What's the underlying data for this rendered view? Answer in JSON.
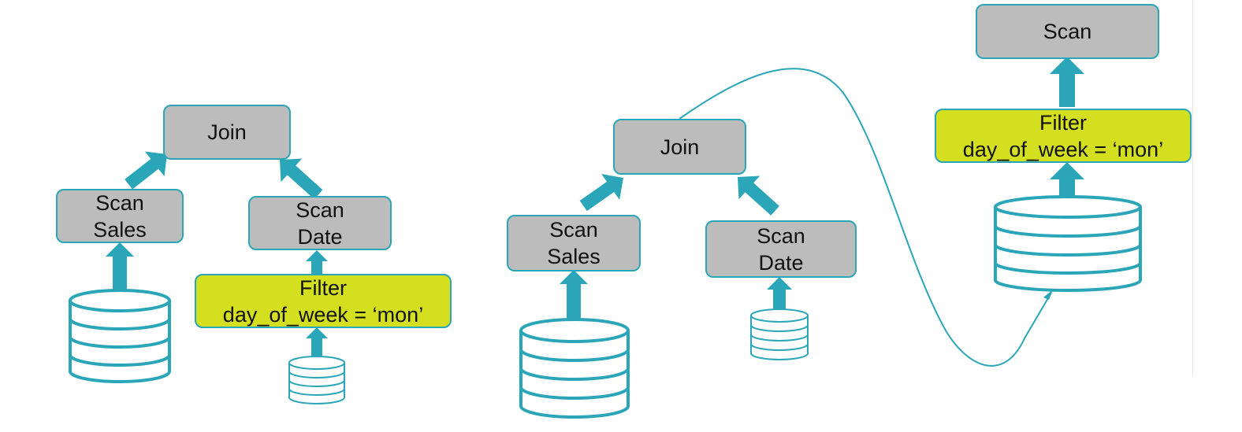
{
  "colors": {
    "operator_fill": "#bcbcbc",
    "filter_fill": "#d4df1f",
    "accent": "#2aa6b8"
  },
  "plan_left": {
    "join": "Join",
    "scan_sales": [
      "Scan",
      "Sales"
    ],
    "scan_date": [
      "Scan",
      "Date"
    ],
    "filter": [
      "Filter",
      "day_of_week = ‘mon’"
    ]
  },
  "plan_middle": {
    "join": "Join",
    "scan_sales": [
      "Scan",
      "Sales"
    ],
    "scan_date": [
      "Scan",
      "Date"
    ]
  },
  "plan_right": {
    "scan": "Scan",
    "filter": [
      "Filter",
      "day_of_week = ‘mon’"
    ]
  },
  "icons": [
    "database-icon",
    "arrow-up-icon"
  ]
}
